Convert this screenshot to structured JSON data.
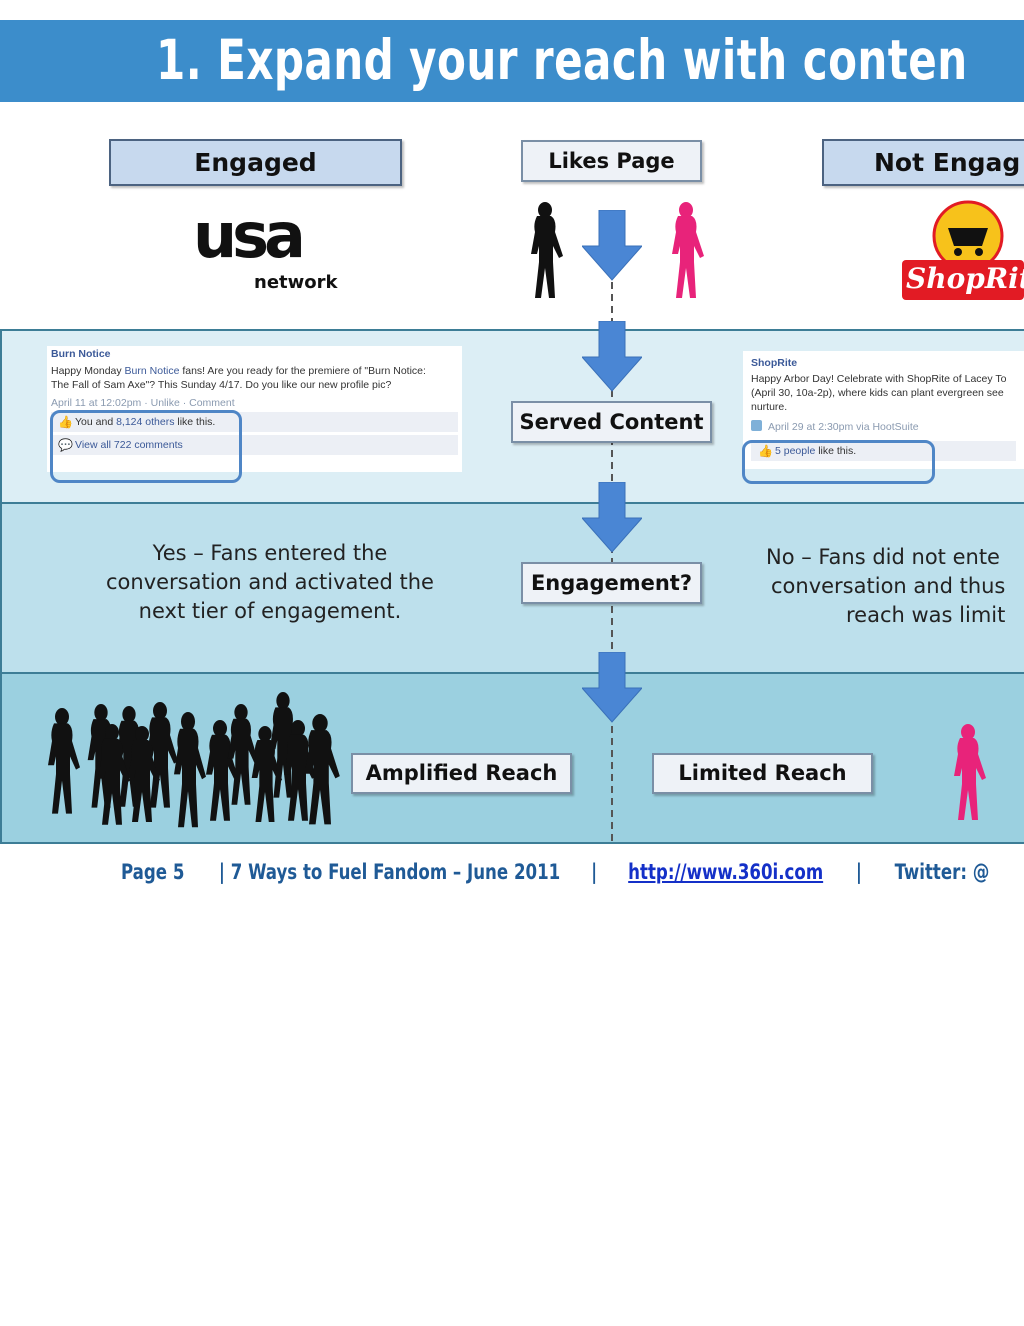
{
  "header": {
    "title": "1. Expand your reach with conten"
  },
  "labels": {
    "engaged": "Engaged",
    "likes_page": "Likes Page",
    "not_engaged": "Not Engag",
    "served_content": "Served Content",
    "engagement": "Engagement?",
    "amplified_reach": "Amplified Reach",
    "limited_reach": "Limited Reach"
  },
  "logos": {
    "usa_main": "usa",
    "usa_sub": "network",
    "shoprite": "ShopRite"
  },
  "post_usa": {
    "author": "Burn Notice",
    "text_a": "Happy Monday ",
    "text_link": "Burn Notice",
    "text_b": " fans! Are you ready for the premiere of \"Burn Notice:",
    "text_c": "The Fall of Sam Axe\"? This Sunday 4/17. Do you like our new profile pic?",
    "meta": "April 11 at 12:02pm · Unlike · Comment",
    "likes_a": "You and ",
    "likes_link": "8,124 others",
    "likes_b": " like this.",
    "comments": "View all 722 comments"
  },
  "post_shoprite": {
    "author": "ShopRite",
    "text_a": "Happy Arbor Day! Celebrate with ShopRite of Lacey To",
    "text_b": "(April 30, 10a-2p), where kids can plant evergreen see",
    "text_c": "nurture.",
    "meta": "April 29 at 2:30pm via HootSuite",
    "likes_link": "5 people",
    "likes_b": " like this."
  },
  "text": {
    "yes": [
      "Yes – Fans entered the",
      "conversation and activated the",
      "next tier of engagement."
    ],
    "no": [
      "No – Fans did not ente",
      "conversation and thus",
      "reach was limit"
    ]
  },
  "footer": {
    "page": "Page 5",
    "sep1": "|",
    "title": "7 Ways to Fuel Fandom – June 2011",
    "sep2": "|",
    "url": "http://www.360i.com",
    "sep3": "|",
    "twitter": "Twitter: @"
  },
  "colors": {
    "banner": "#3c8dcb",
    "arrow": "#4a86d4",
    "pink": "#e8237a",
    "silhouette": "#111111",
    "shoprite_red": "#e21b24",
    "shoprite_yellow": "#f7c21b"
  }
}
